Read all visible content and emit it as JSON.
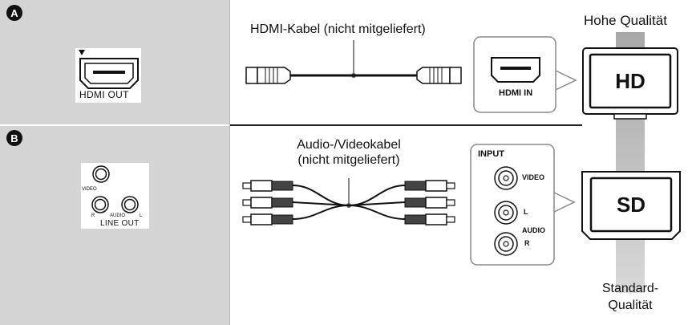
{
  "section_a": {
    "badge": "A",
    "player_port_label": "HDMI OUT",
    "cable_label": "HDMI-Kabel (nicht mitgeliefert)",
    "tv_port_label": "HDMI IN",
    "tv_screen_label": "HD",
    "quality_label": "Hohe Qualität"
  },
  "section_b": {
    "badge": "B",
    "player_port_group_label": "LINE OUT",
    "player_video_label": "VIDEO",
    "player_audio_label": "AUDIO",
    "player_r_label": "R",
    "player_l_label": "L",
    "cable_label_line1": "Audio-/Videokabel",
    "cable_label_line2": "(nicht mitgeliefert)",
    "tv_input_label": "INPUT",
    "tv_video_label": "VIDEO",
    "tv_audio_label": "AUDIO",
    "tv_l_label": "L",
    "tv_r_label": "R",
    "tv_screen_label": "SD",
    "quality_label_line1": "Standard-",
    "quality_label_line2": "Qualität"
  },
  "colors": {
    "panel_gray": "#d4d4d4",
    "quality_bar": "#bdbdbd",
    "outline": "#1a1a1a"
  }
}
